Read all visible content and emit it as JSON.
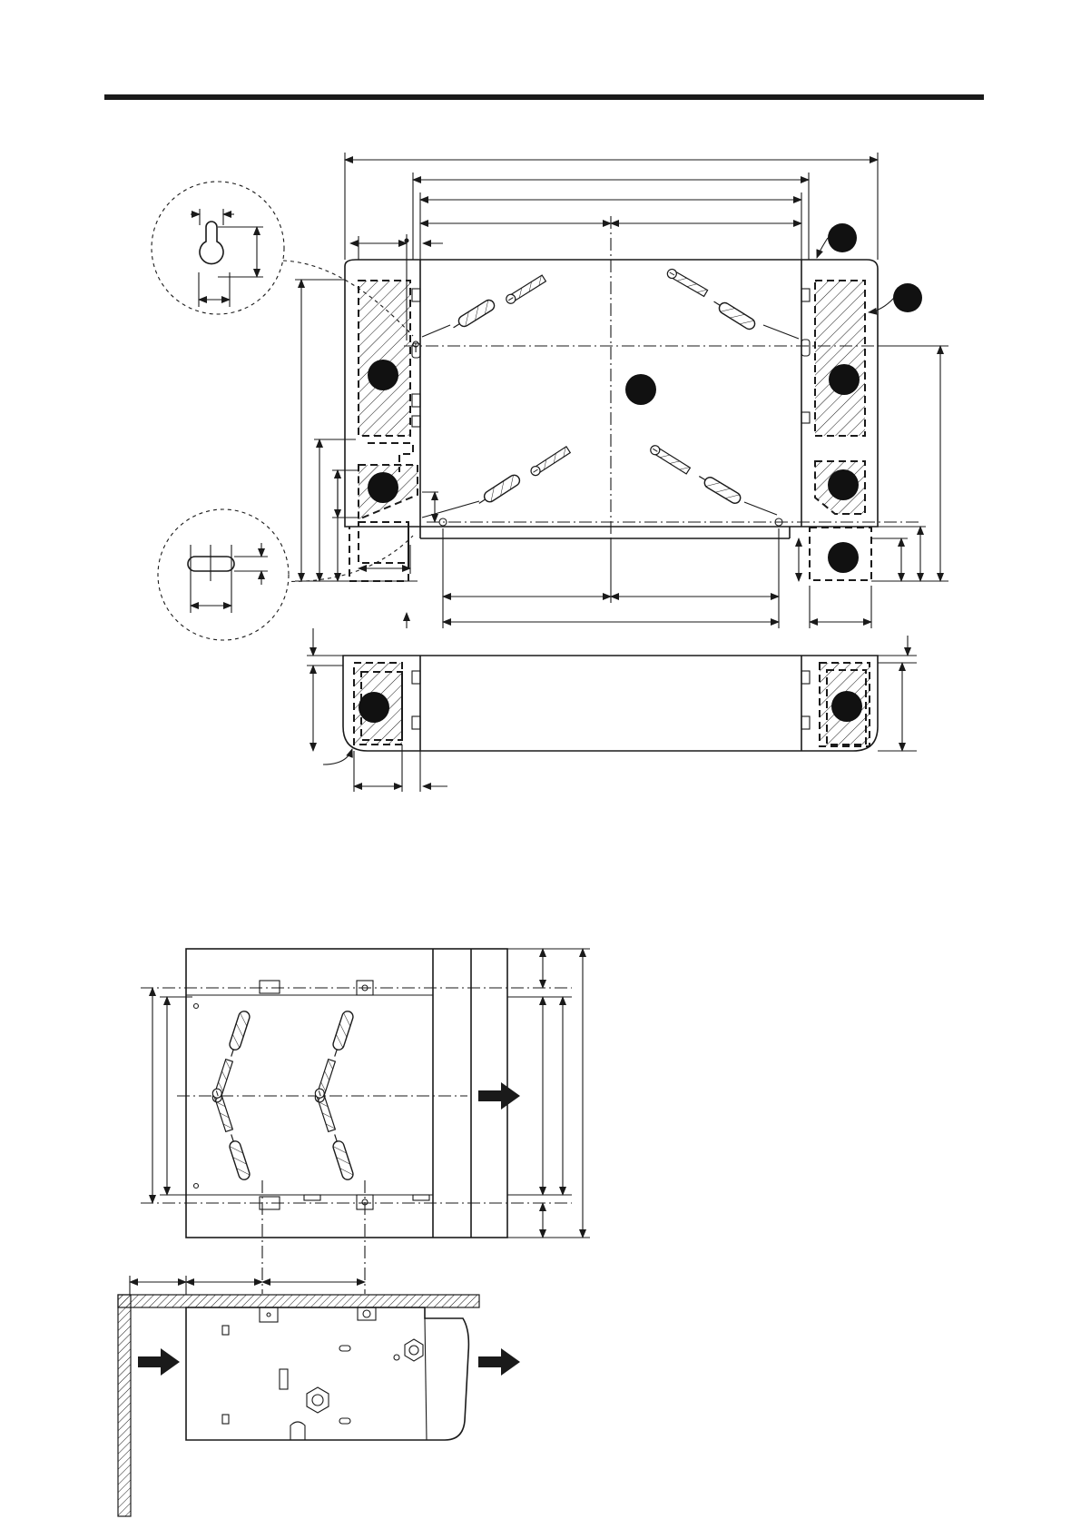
{
  "colors": {
    "ink": "#1a1a1a",
    "paper": "#ffffff",
    "marker_fill": "#111111"
  },
  "figure_top": {
    "markers": [
      "unlabeled-marker",
      "unlabeled-marker",
      "unlabeled-marker",
      "unlabeled-marker",
      "unlabeled-marker",
      "unlabeled-marker",
      "unlabeled-marker",
      "unlabeled-marker",
      "unlabeled-marker",
      "unlabeled-marker"
    ],
    "detail_callouts": [
      "keyhole-slot-detail",
      "oblong-slot-detail"
    ]
  },
  "figure_bottom": {
    "airflow_arrows": [
      "airflow-out-arrow",
      "airflow-in-arrow",
      "airflow-out-arrow"
    ]
  }
}
